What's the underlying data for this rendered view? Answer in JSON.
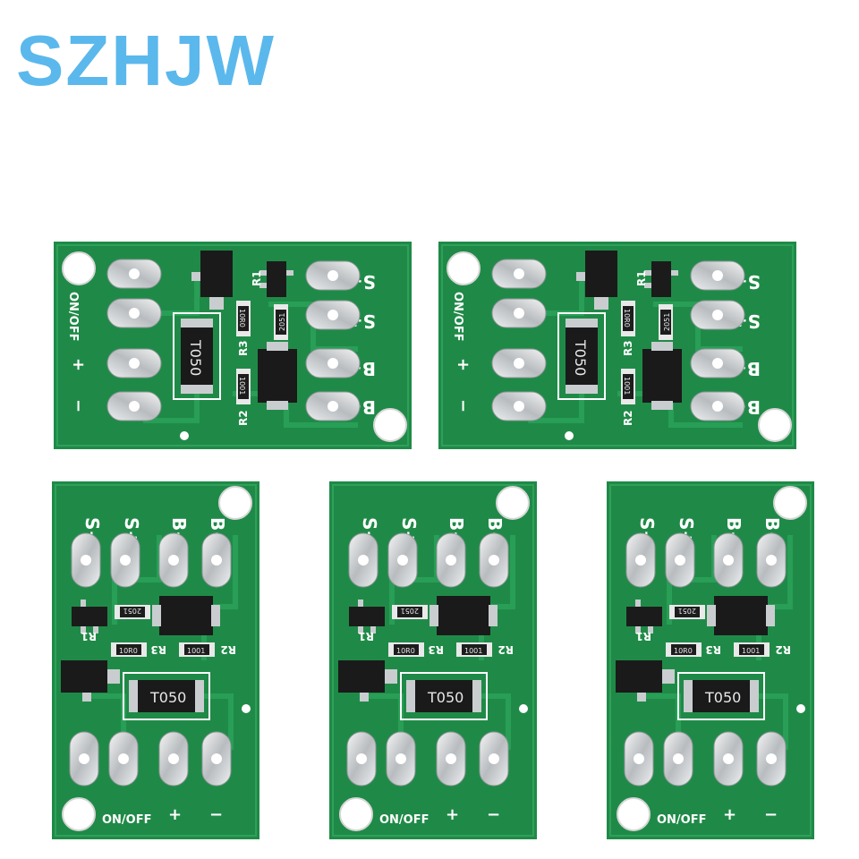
{
  "brand": {
    "name": "SZHJW",
    "color": "#5bb8ec"
  },
  "board": {
    "pcb_color": "#1f8a47",
    "onoff_label": "ON/OFF",
    "pad_labels": [
      "S−",
      "S+",
      "B−",
      "B+"
    ],
    "minus_label": "−",
    "plus_label": "+",
    "chip_code": "T050",
    "r1_label": "R1",
    "r2_label": "R2",
    "r3_label": "R3",
    "r1_code": "2051",
    "r2_code": "1001",
    "r3_code": "10R0"
  },
  "boards": [
    {
      "name": "board-top-left",
      "orientation": "landscape"
    },
    {
      "name": "board-top-right",
      "orientation": "landscape"
    },
    {
      "name": "board-bottom-left",
      "orientation": "portrait"
    },
    {
      "name": "board-bottom-center",
      "orientation": "portrait"
    },
    {
      "name": "board-bottom-right",
      "orientation": "portrait"
    }
  ]
}
